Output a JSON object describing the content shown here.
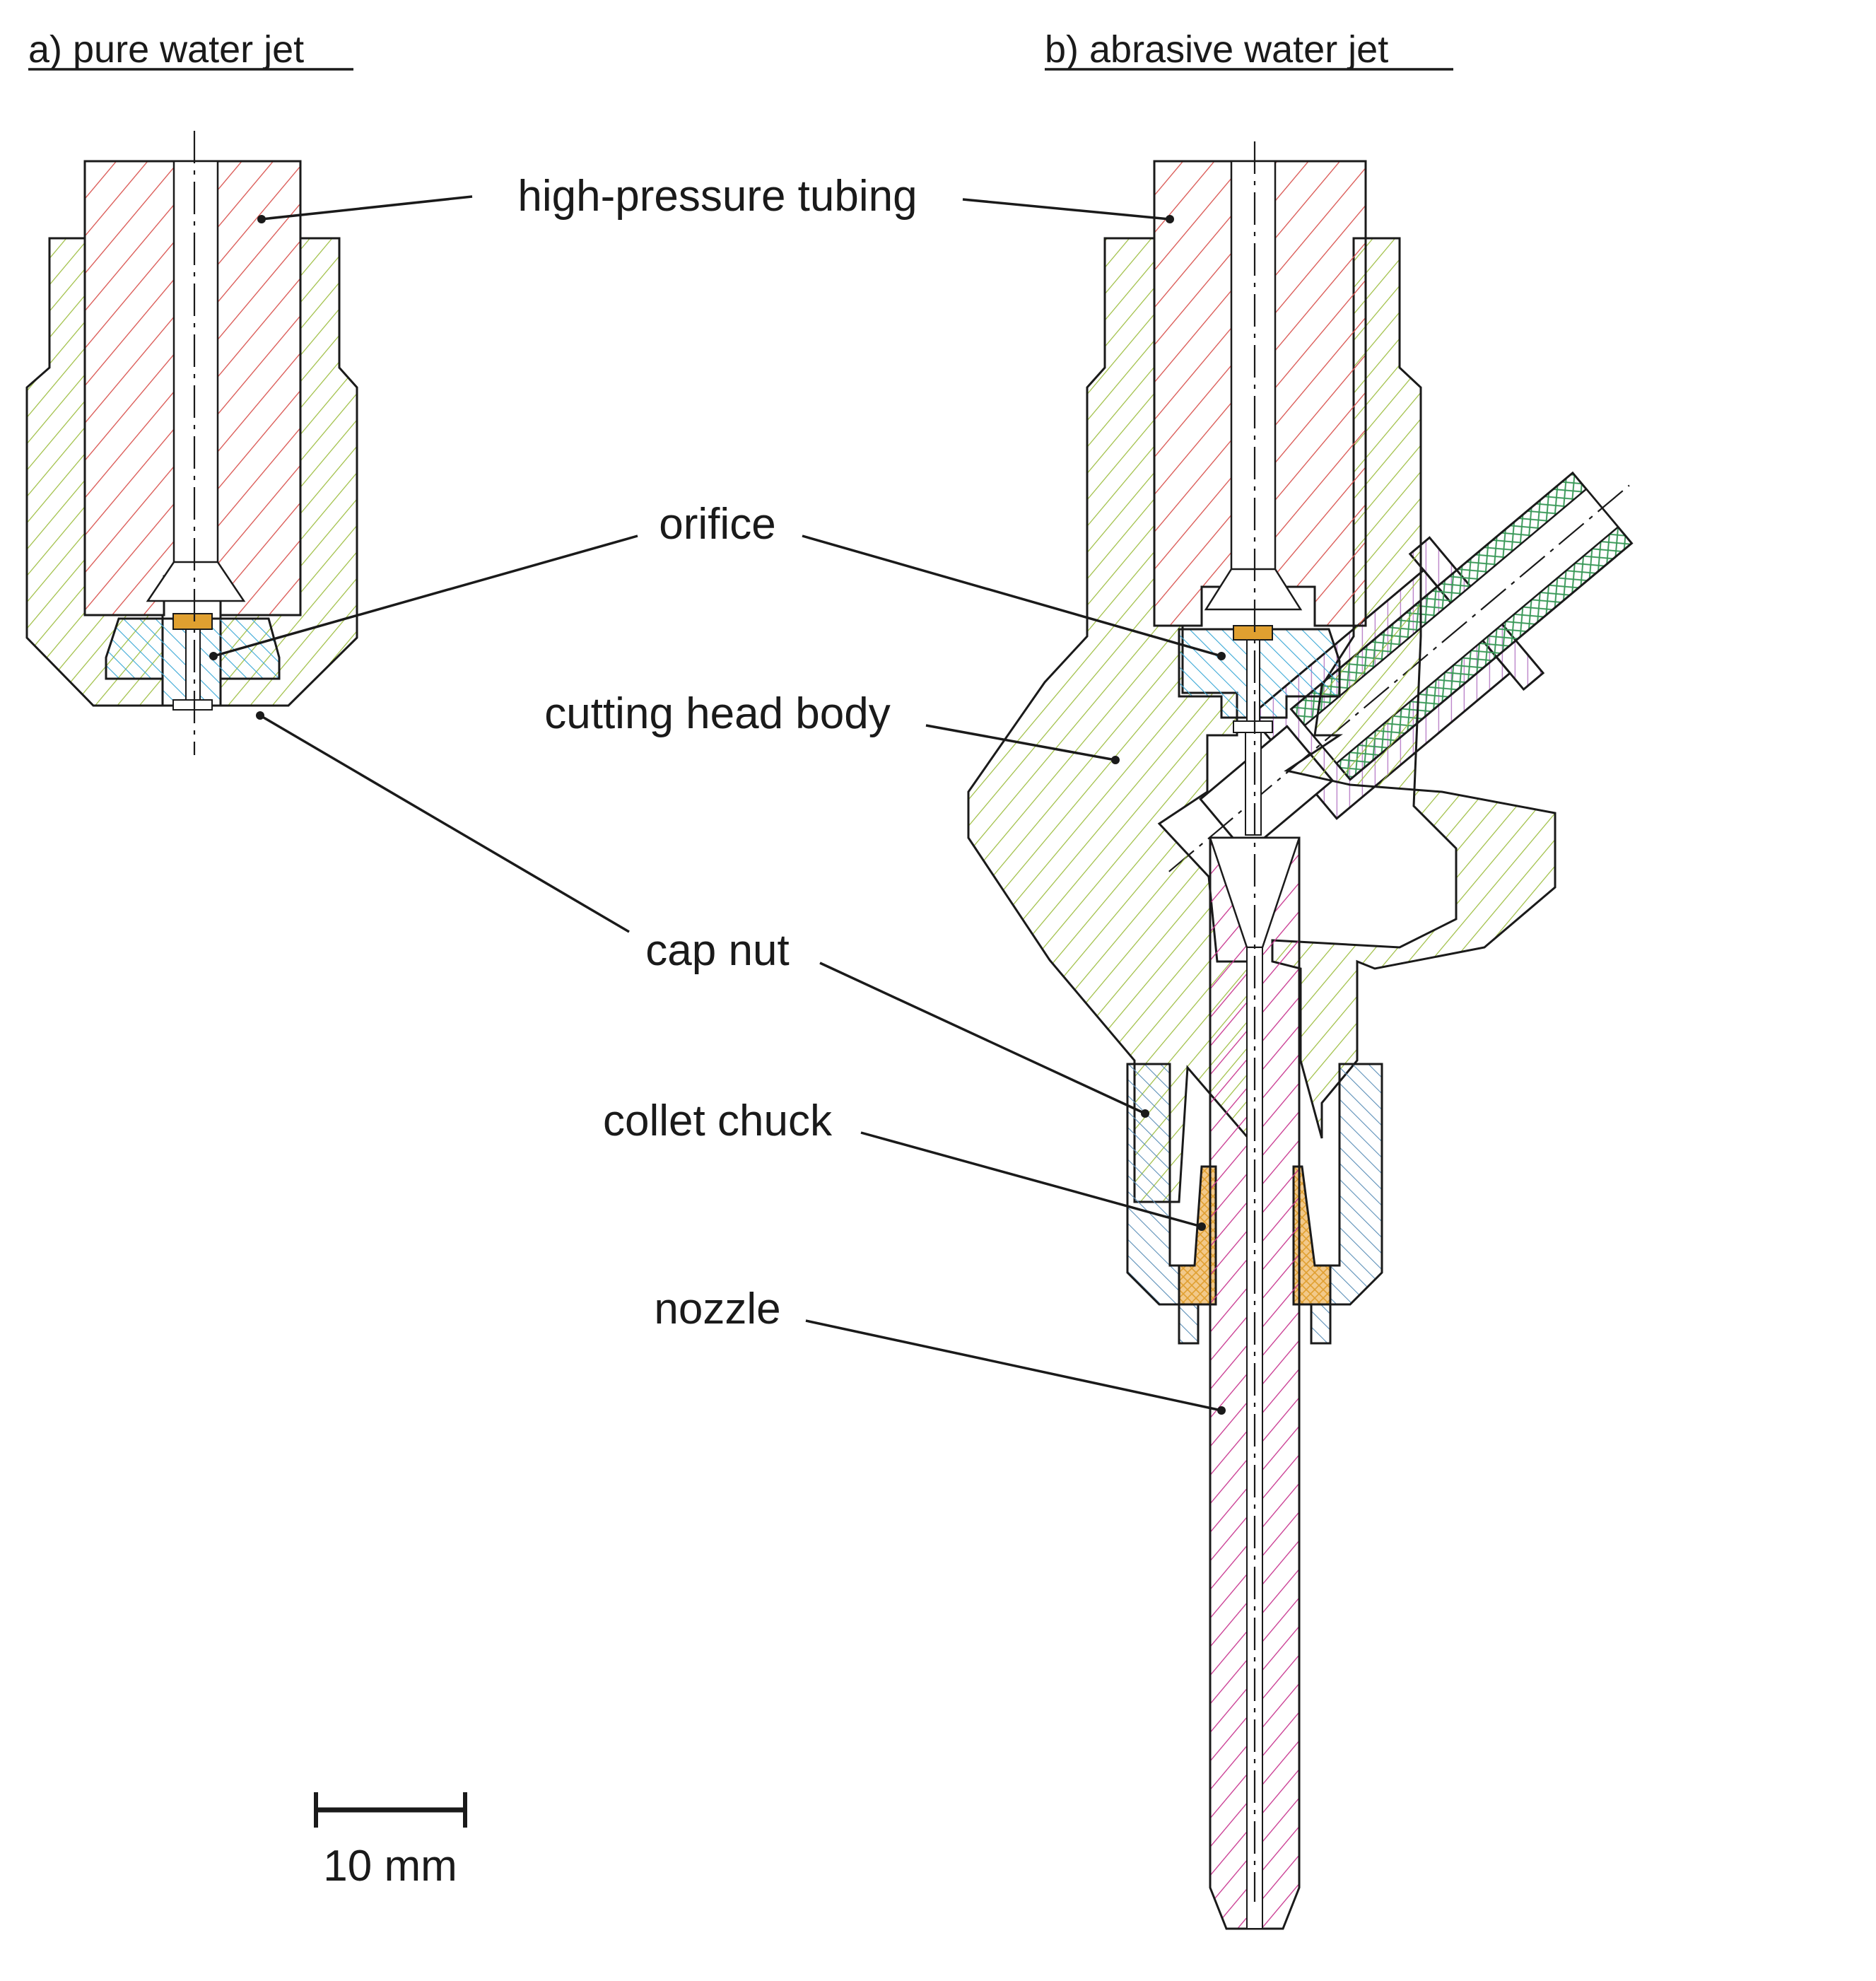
{
  "titles": {
    "a": "a) pure water jet",
    "b": "b) abrasive water jet"
  },
  "labels": {
    "high_pressure_tubing": "high-pressure tubing",
    "orifice": "orifice",
    "cutting_head_body": "cutting head body",
    "cap_nut": "cap nut",
    "collet_chuck": "collet chuck",
    "nozzle": "nozzle"
  },
  "scale_bar": {
    "label": "10 mm",
    "length_mm": 10
  },
  "colors": {
    "tubing_hatch": "#d9534f",
    "body_hatch": "#9cbd3f",
    "orifice_hatch": "#3aa8d6",
    "orifice_insert": "#e0a030",
    "cap_nut_hatch": "#5b8fb8",
    "collet_fill": "#f2c98a",
    "nozzle_hatch": "#c8358f",
    "abrasive_inlet_hatch": "#b070c0",
    "abrasive_hose_hatch": "#3c9a5a"
  }
}
